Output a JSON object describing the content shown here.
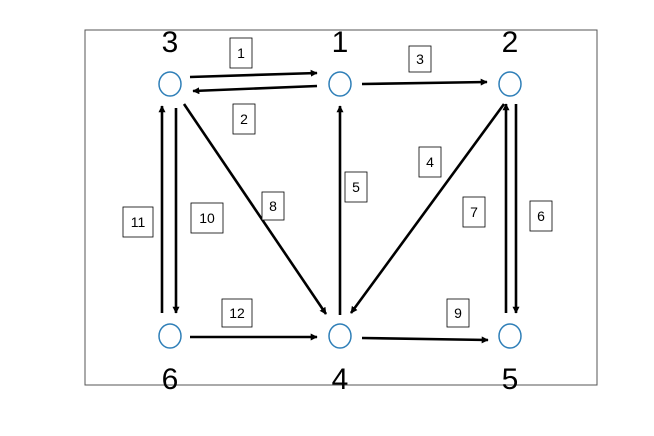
{
  "colors": {
    "frame": "#555555",
    "node_stroke": "#2f7fb8",
    "edge": "#000000",
    "label_box": "#000000"
  },
  "nodes": [
    {
      "id": "1",
      "label": "1"
    },
    {
      "id": "2",
      "label": "2"
    },
    {
      "id": "3",
      "label": "3"
    },
    {
      "id": "4",
      "label": "4"
    },
    {
      "id": "5",
      "label": "5"
    },
    {
      "id": "6",
      "label": "6"
    }
  ],
  "edges": [
    {
      "label": "1",
      "from": "3",
      "to": "1"
    },
    {
      "label": "2",
      "from": "1",
      "to": "3"
    },
    {
      "label": "3",
      "from": "1",
      "to": "2"
    },
    {
      "label": "4",
      "from": "2",
      "to": "4"
    },
    {
      "label": "5",
      "from": "4",
      "to": "1"
    },
    {
      "label": "6",
      "from": "2",
      "to": "5"
    },
    {
      "label": "7",
      "from": "5",
      "to": "2"
    },
    {
      "label": "8",
      "from": "3",
      "to": "4"
    },
    {
      "label": "9",
      "from": "4",
      "to": "5"
    },
    {
      "label": "10",
      "from": "3",
      "to": "6"
    },
    {
      "label": "11",
      "from": "6",
      "to": "3"
    },
    {
      "label": "12",
      "from": "6",
      "to": "4"
    }
  ]
}
